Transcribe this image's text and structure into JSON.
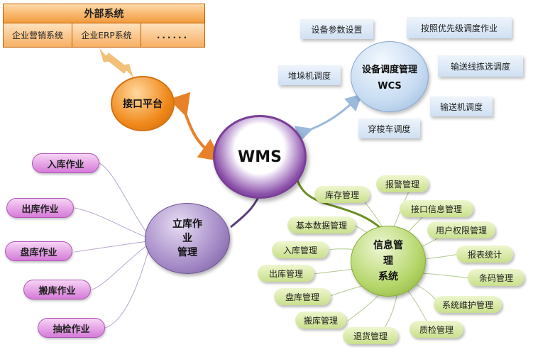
{
  "external": {
    "title": "外部系统",
    "cells": [
      "企业营销系统",
      "企业ERP系统",
      "......"
    ]
  },
  "hub": {
    "label": "WMS"
  },
  "interface": {
    "label": "接口平台"
  },
  "wcs": {
    "label_line1": "设备调度管理",
    "label_line2": "WCS",
    "items": [
      "设备参数设置",
      "按照优先级调度作业",
      "堆垛机调度",
      "输送线拣选调度",
      "输送机调度",
      "穿梭车调度"
    ]
  },
  "warehouse": {
    "label_line1": "立库作",
    "label_line2": "业",
    "label_line3": "管理",
    "items": [
      "入库作业",
      "出库作业",
      "盘库作业",
      "搬库作业",
      "抽检作业"
    ]
  },
  "info": {
    "label_line1": "信息管",
    "label_line2": "理",
    "label_line3": "系统",
    "items": [
      "库存管理",
      "报警管理",
      "接口信息管理",
      "基本数据管理",
      "用户权限管理",
      "入库管理",
      "报表统计",
      "出库管理",
      "条码管理",
      "盘库管理",
      "系统维护管理",
      "搬库管理",
      "质检管理",
      "退货管理"
    ]
  },
  "colors": {
    "hub": "#8a4fa8",
    "interface": "#f08a1c",
    "wcs": "#a9c6e8",
    "warehouse": "#9a7fc0",
    "info": "#a8cc50",
    "connector_orange": "#e8822a",
    "connector_blue": "#9bb9dc"
  }
}
